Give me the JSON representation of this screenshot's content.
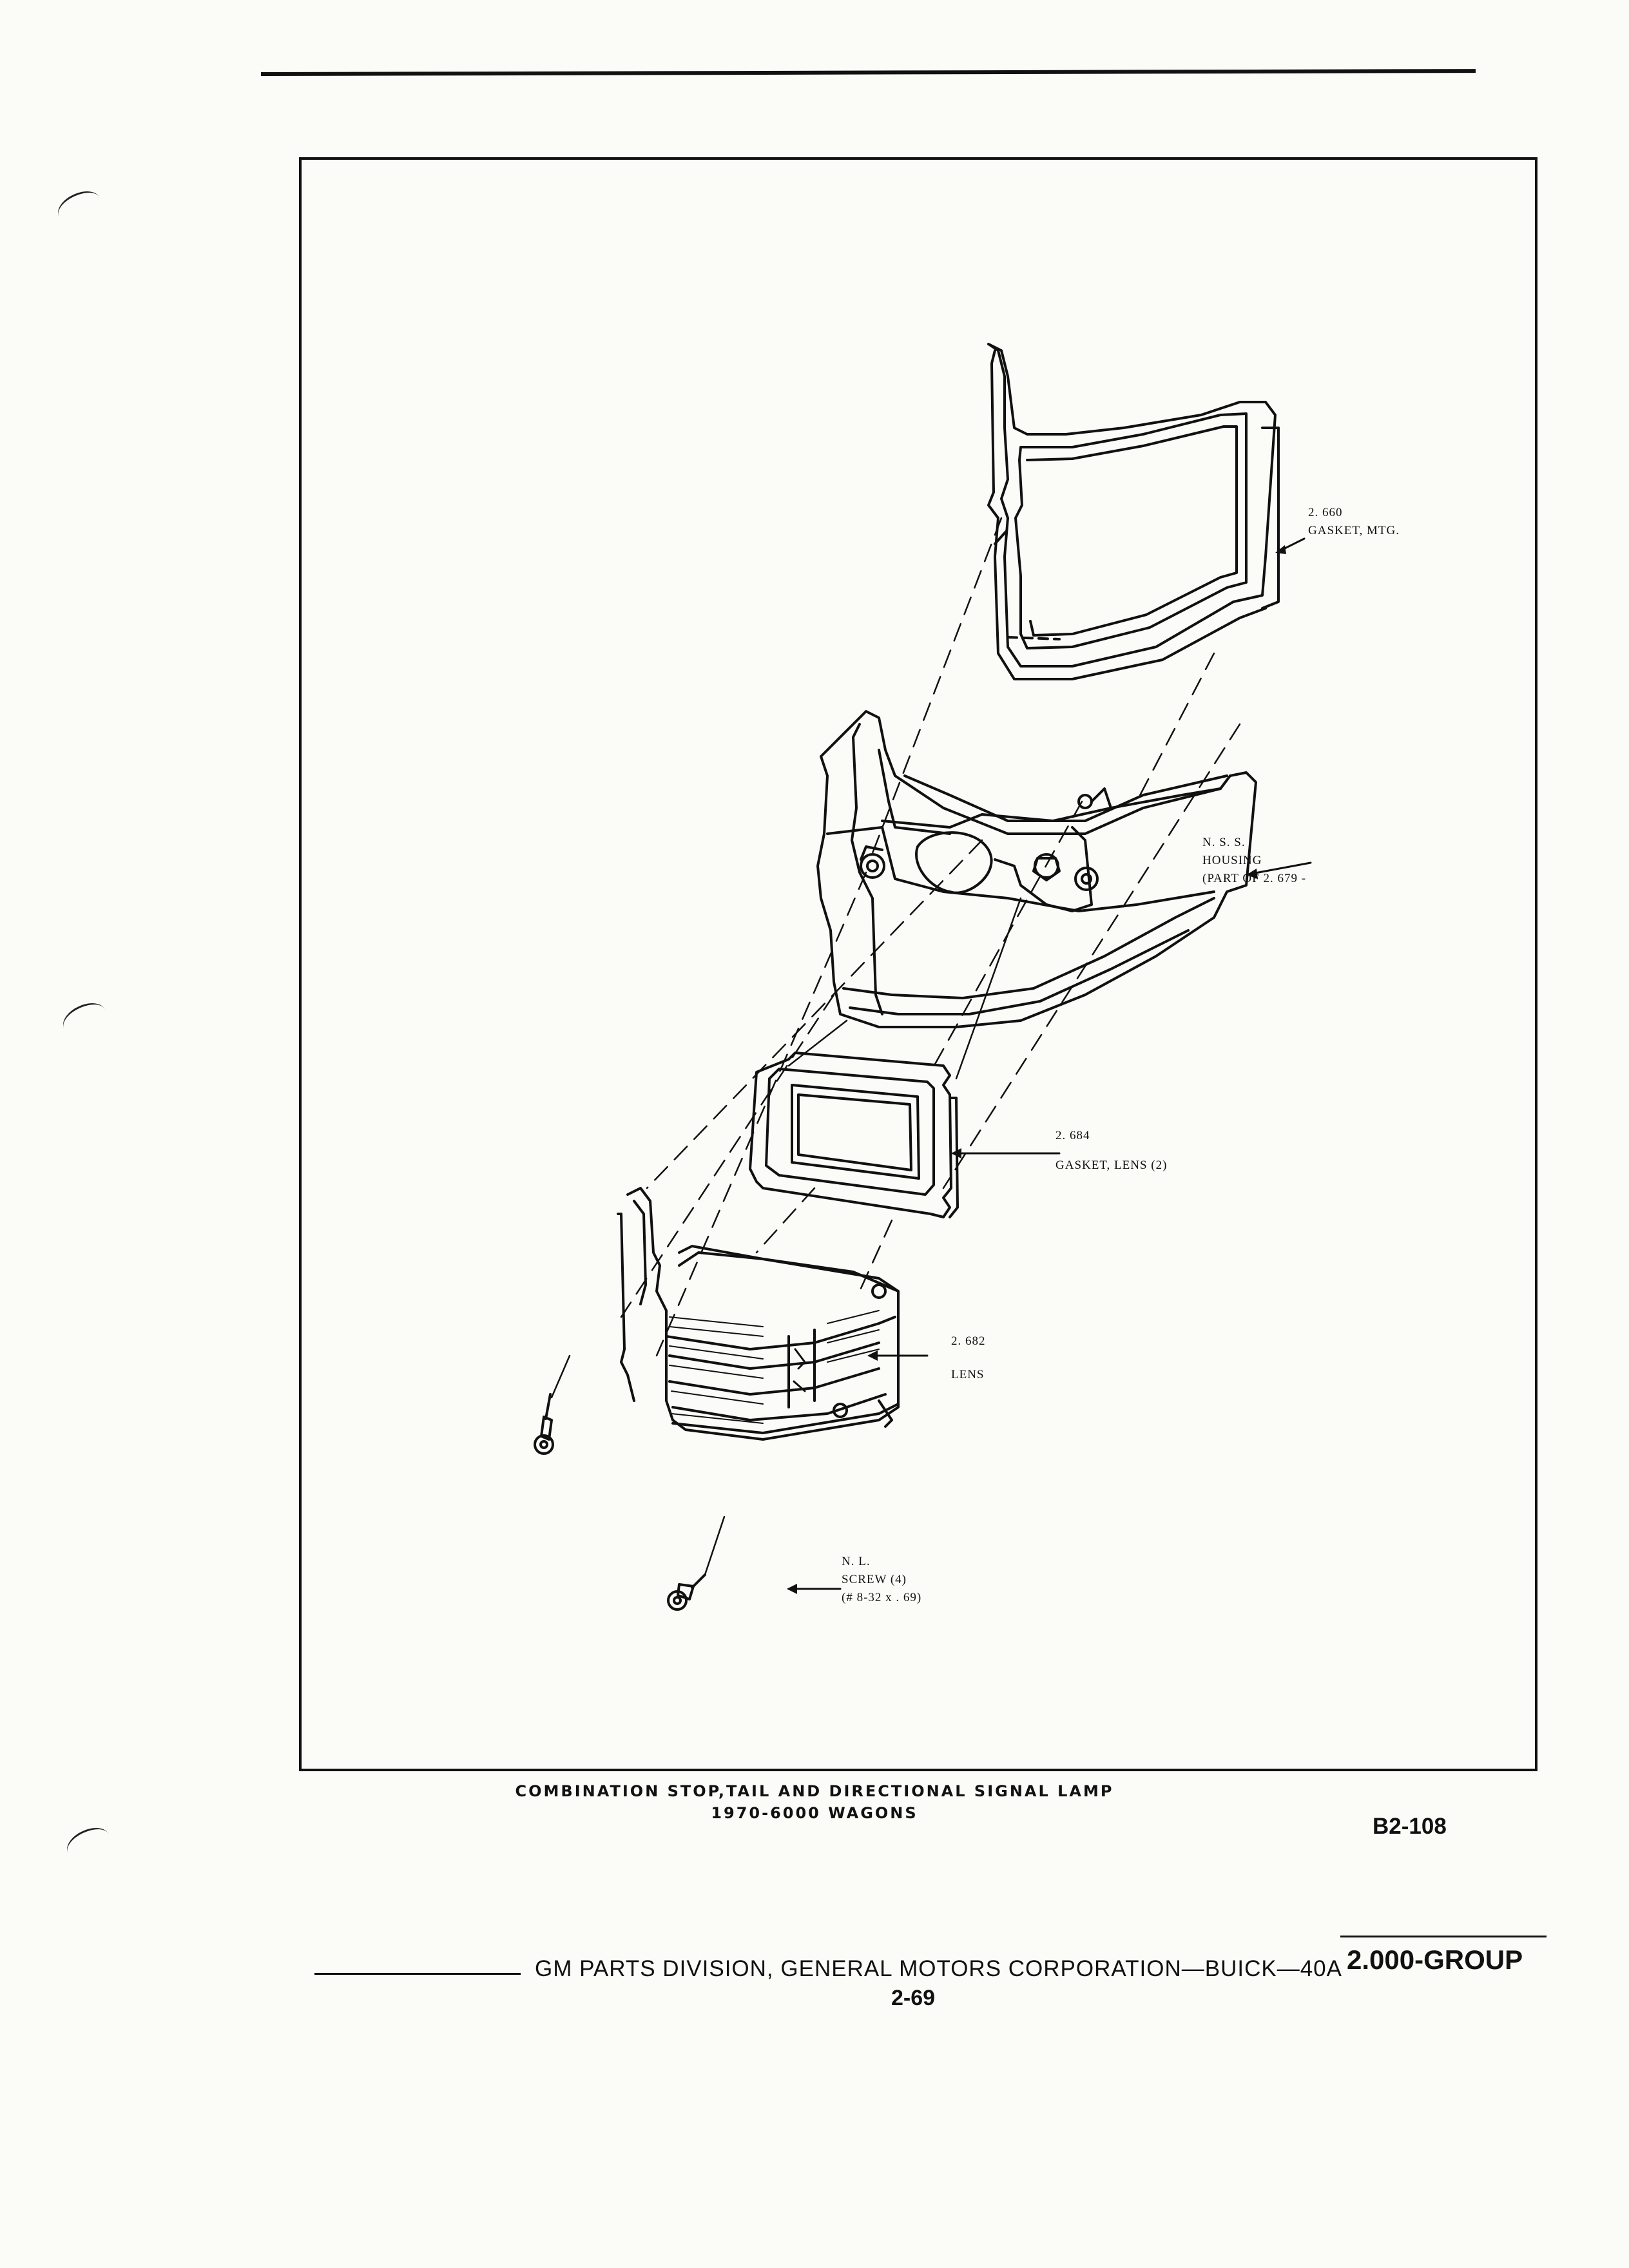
{
  "callouts": {
    "mtg_gasket": {
      "number": "2. 660",
      "name": "GASKET, MTG."
    },
    "housing": {
      "code": "N. S. S.",
      "name": "HOUSING",
      "note": "(PART OF 2. 679 -"
    },
    "lens_gasket": {
      "number": "2. 684",
      "name": "GASKET, LENS (2)"
    },
    "lens": {
      "number": "2. 682",
      "name": "LENS"
    },
    "screw": {
      "code": "N. L.",
      "name": "SCREW (4)",
      "spec": "(# 8-32 x . 69)"
    }
  },
  "caption": {
    "line1": "COMBINATION STOP,TAIL AND DIRECTIONAL SIGNAL LAMP",
    "line2": "1970-6000 WAGONS"
  },
  "figure_code": "B2-108",
  "footer": {
    "text": "GM PARTS DIVISION, GENERAL MOTORS CORPORATION—BUICK—40A",
    "page_number": "2-69",
    "group": "2.000-GROUP"
  }
}
